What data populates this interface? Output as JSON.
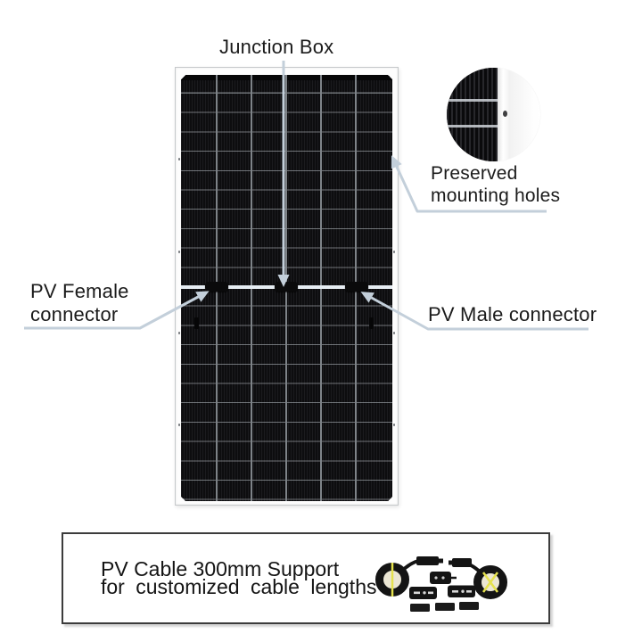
{
  "labels": {
    "junction_box": "Junction Box",
    "preserved_line1": "Preserved",
    "preserved_line2": "mounting holes",
    "pv_female_line1": "PV Female",
    "pv_female_line2": "connector",
    "pv_male": "PV Male connector"
  },
  "callout": {
    "line1": "PV Cable 300mm Support",
    "line2": "for customized cable lengths"
  },
  "panel": {
    "columns": 6,
    "rows": 22,
    "junction_boxes": 3
  },
  "graphics": {
    "magnifier_circle": "mounting-hole-zoom-detail",
    "cable_kit": "two-coiled-pv-cables-with-mc4-connectors",
    "leader_arrows": 4
  },
  "colors": {
    "leader_line": "#c3cfda",
    "panel_cell": "#0e0e10",
    "panel_frame": "#fdfdfd",
    "frame_border": "#c6c9cb",
    "text": "#161616",
    "callout_border": "#3c3c3c",
    "cable_black": "#141414",
    "tie_yellow": "#e6e24e",
    "coil_core": "#ece7d4"
  }
}
